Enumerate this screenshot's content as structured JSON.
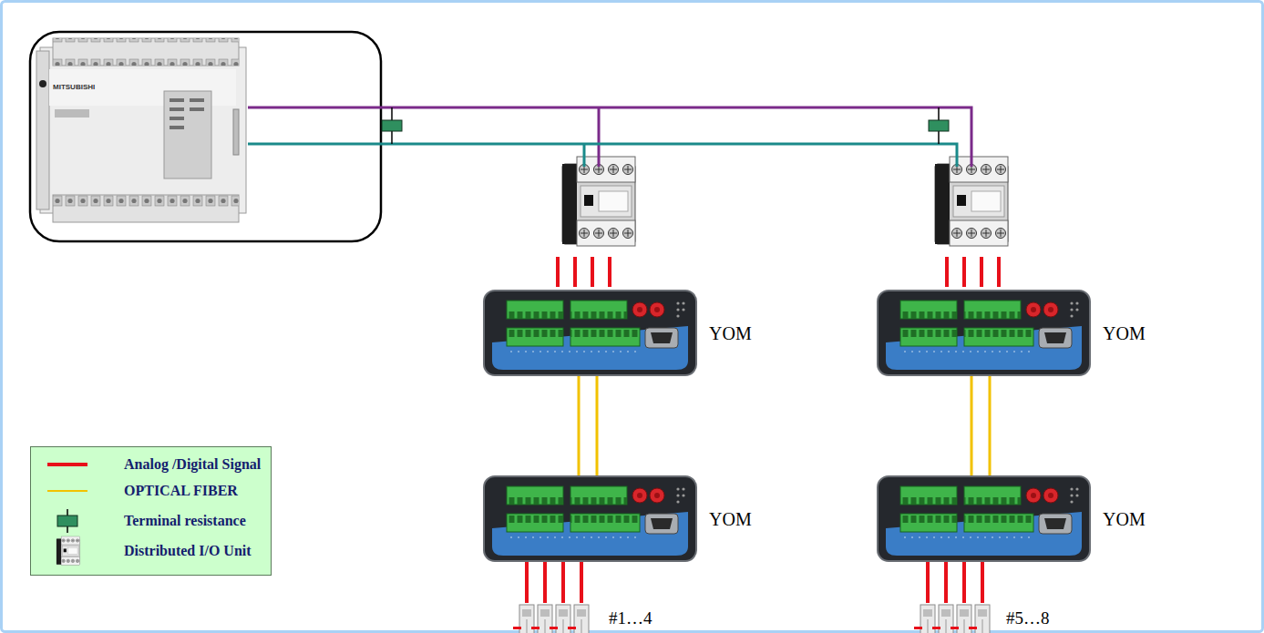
{
  "diagram": {
    "nodes": [
      {
        "text": [
          "YOM"
        ]
      },
      {
        "text": [
          "YOM"
        ]
      },
      {
        "text": [
          "YOM"
        ]
      },
      {
        "text": [
          "YOM"
        ]
      },
      {
        "text": [
          "#1…4"
        ]
      },
      {
        "text": [
          "#5…8"
        ]
      }
    ],
    "edges": [
      {
        "from": 0,
        "to": 2,
        "arrow": "none"
      },
      {
        "from": 1,
        "to": 3,
        "arrow": "none"
      },
      {
        "from": 2,
        "to": 4,
        "arrow": "none"
      },
      {
        "from": 3,
        "to": 5,
        "arrow": "none"
      }
    ],
    "labels": [
      "MITSUBISHI"
    ],
    "legend": [
      {
        "text": "Analog /Digital Signal"
      },
      {
        "text": "OPTICAL FIBER"
      },
      {
        "text": "Terminal resistance"
      },
      {
        "text": "Distributed I/O Unit"
      }
    ]
  }
}
